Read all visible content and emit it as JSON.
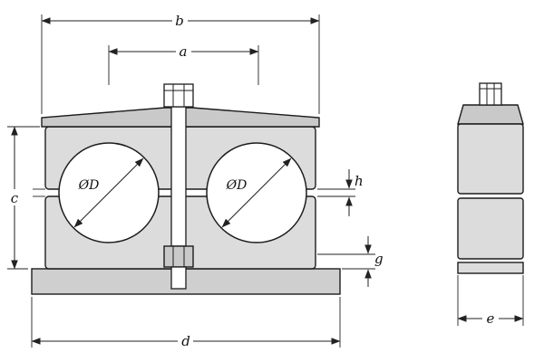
{
  "drawing": {
    "kind": "pipe-clamp-technical-drawing",
    "dims": {
      "b": "b",
      "a": "a",
      "c": "c",
      "d": "d",
      "e": "e",
      "g": "g",
      "h": "h"
    },
    "bores": {
      "left": "ØD",
      "right": "ØD"
    }
  }
}
